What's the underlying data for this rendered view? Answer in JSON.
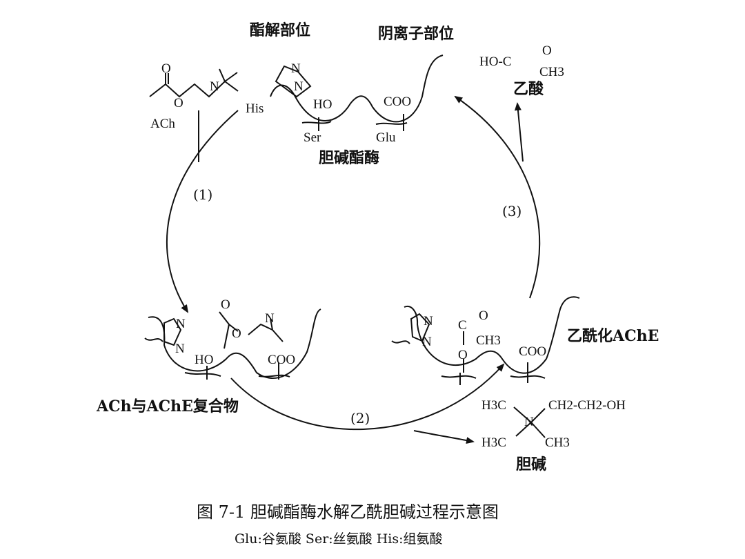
{
  "labels": {
    "ester_site": "酯解部位",
    "anion_site": "阴离子部位",
    "enzyme": "胆碱酯酶",
    "ach": "ACh",
    "acetic_acid": "乙酸",
    "complex": "ACh与AChE复合物",
    "acetylated": "乙酰化AChE",
    "choline": "胆碱"
  },
  "residues": {
    "his": "His",
    "ser": "Ser",
    "glu": "Glu",
    "ho": "HO",
    "coo": "COO",
    "n": "N"
  },
  "acetic_formula": {
    "left": "HO-C",
    "o": "O",
    "ch3": "CH3"
  },
  "choline_formula": {
    "h3c_top": "H3C",
    "chain": "CH2-CH2-OH",
    "h3c_bottom": "H3C",
    "ch3": "CH3",
    "n": "N"
  },
  "acyl": {
    "c": "C",
    "o": "O",
    "ch3": "CH3",
    "o_link": "O"
  },
  "steps": [
    "(1)",
    "(2)",
    "(3)"
  ],
  "caption": "图 7-1   胆碱酯酶水解乙酰胆碱过程示意图",
  "legend": "Glu:谷氨酸    Ser:丝氨酸    His:组氨酸"
}
